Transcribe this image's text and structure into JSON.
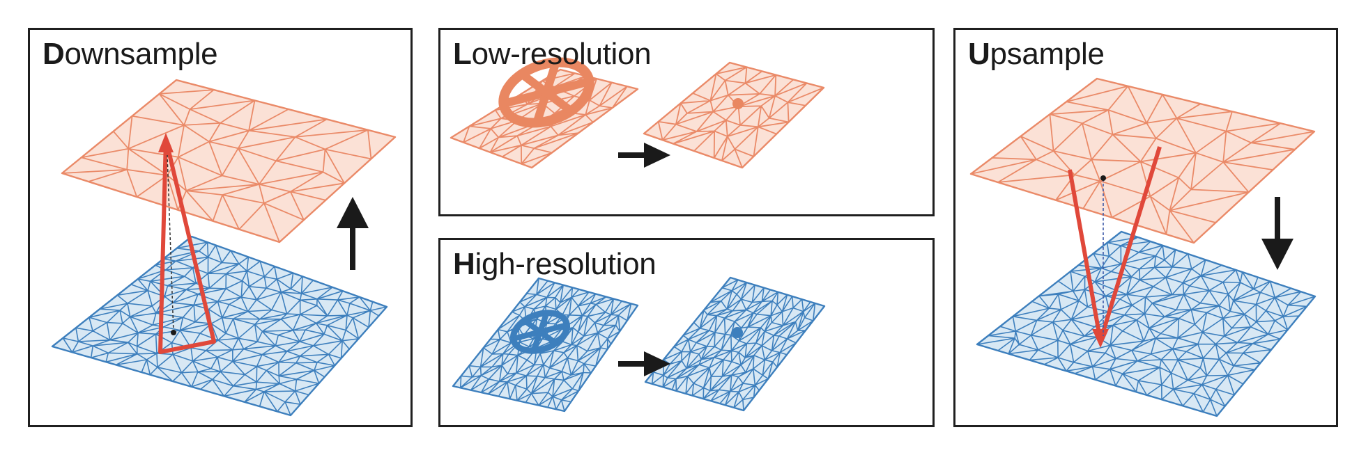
{
  "panels": {
    "downsample": {
      "initial": "D",
      "rest": "ownsample"
    },
    "low_resolution": {
      "initial": "L",
      "rest": "ow-resolution"
    },
    "high_resolution": {
      "initial": "H",
      "rest": "igh-resolution"
    },
    "upsample": {
      "initial": "U",
      "rest": "psample"
    }
  },
  "colors": {
    "coarse_mesh_fill": "#fbe1d6",
    "coarse_mesh_stroke": "#ea8a68",
    "fine_mesh_fill": "#d8e8f4",
    "fine_mesh_stroke": "#3d7fbd",
    "mapping_arrow": "#e0483a",
    "flow_arrow": "#1a1a1a",
    "frame": "#1f1f1f"
  }
}
